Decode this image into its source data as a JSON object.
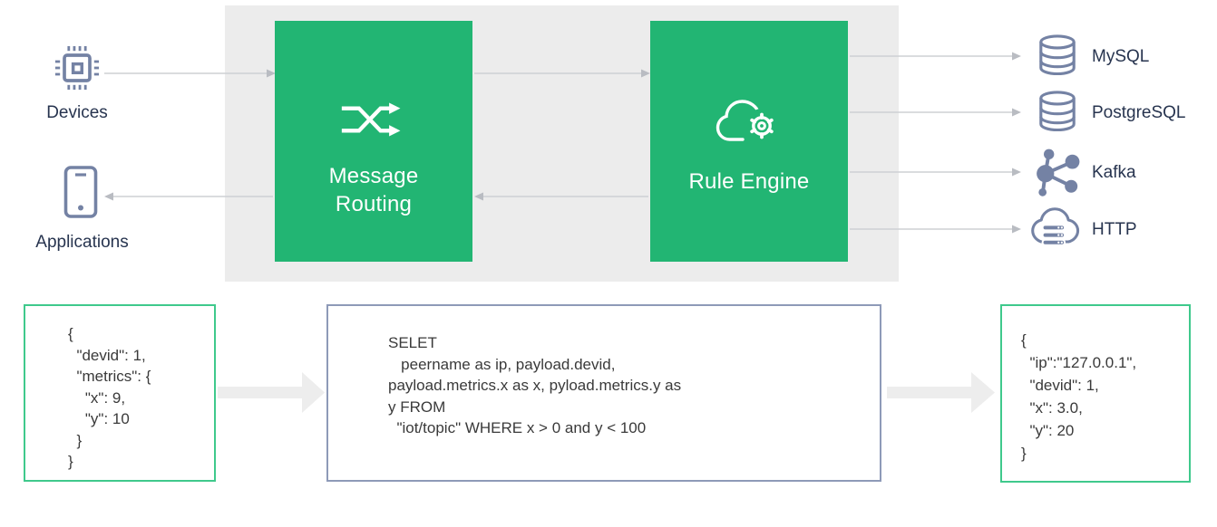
{
  "palette": {
    "pipeline_green": "#22b573",
    "band_gray": "#ececec",
    "green_border": "#3fc98c",
    "slate_border": "#8e9ab8",
    "icon_slate": "#7482a4",
    "label_navy": "#27344f",
    "thin_line_gray": "#cdd0d4",
    "arrowhead_gray": "#b9bcc2",
    "thick_arrow_gray": "#ededed",
    "code_text": "#3a3a3a"
  },
  "endpoints": {
    "devices": {
      "label": "Devices"
    },
    "applications": {
      "label": "Applications"
    }
  },
  "pipeline": {
    "message_routing": {
      "label": "Message\nRouting"
    },
    "rule_engine": {
      "label": "Rule Engine"
    }
  },
  "outputs": {
    "mysql": {
      "label": "MySQL"
    },
    "postgresql": {
      "label": "PostgreSQL"
    },
    "kafka": {
      "label": "Kafka"
    },
    "http": {
      "label": "HTTP"
    }
  },
  "code": {
    "device_payload": "{\n  \"devid\": 1,\n  \"metrics\": {\n    \"x\": 9,\n    \"y\": 10\n  }\n}",
    "rule_sql": "SELET\n   peername as ip, payload.devid,\npayload.metrics.x as x, pyload.metrics.y as\ny FROM\n  \"iot/topic\" WHERE x > 0 and y < 100",
    "result_payload": "{\n  \"ip\":\"127.0.0.1\",\n  \"devid\": 1,\n  \"x\": 3.0,\n  \"y\": 20\n}"
  }
}
